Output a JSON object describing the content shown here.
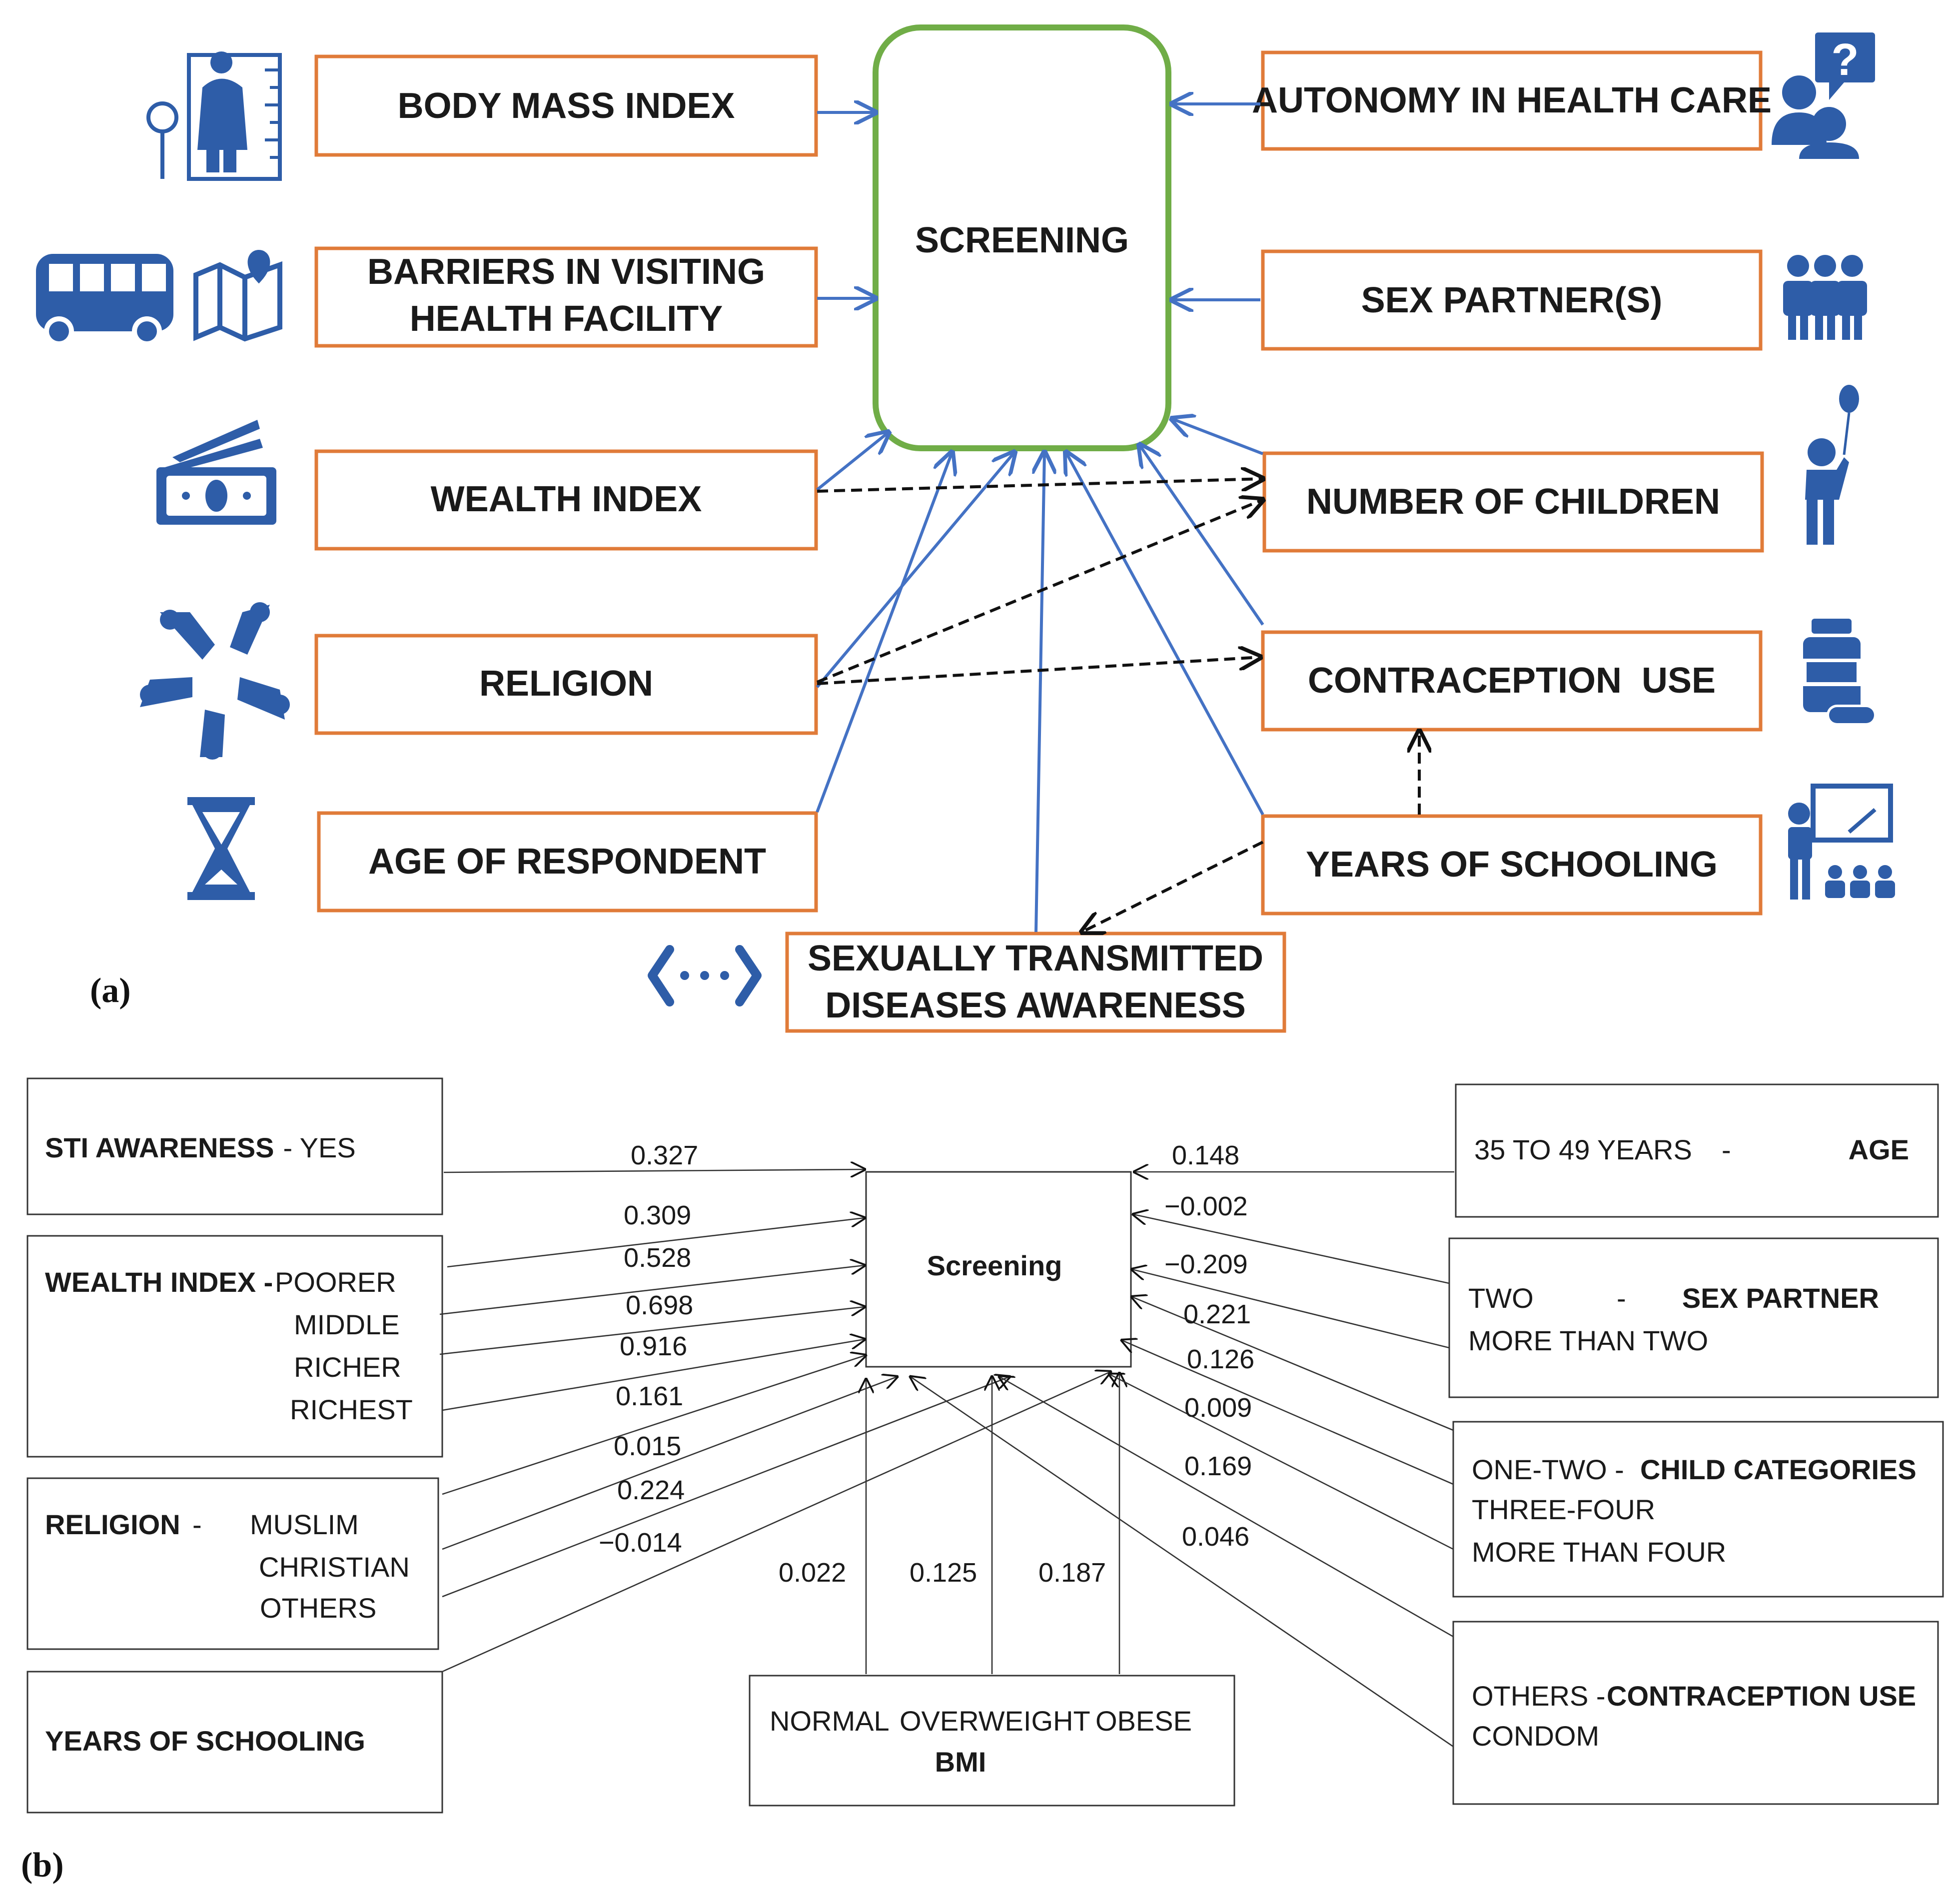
{
  "panel_a": {
    "label": "(a)",
    "center": "SCREENING",
    "boxes": {
      "bmi": [
        "BODY MASS INDEX"
      ],
      "barriers": [
        "BARRIERS IN VISITING",
        "HEALTH FACILITY"
      ],
      "wealth": [
        "WEALTH INDEX"
      ],
      "religion": [
        "RELIGION"
      ],
      "age": [
        "AGE OF RESPONDENT"
      ],
      "std": [
        "SEXUALLY TRANSMITTED",
        "DISEASES AWARENESS"
      ],
      "autonomy": [
        "AUTONOMY IN HEALTH CARE"
      ],
      "partners": [
        "SEX PARTNER(S)"
      ],
      "children": [
        "NUMBER OF CHILDREN"
      ],
      "contraception": [
        "CONTRACEPTION  USE"
      ],
      "schooling": [
        "YEARS OF SCHOOLING"
      ]
    },
    "icons": [
      "body-scale-icon",
      "bus-icon",
      "map-pin-icon",
      "money-icon",
      "hands-icon",
      "hourglass-icon",
      "network-icon",
      "question-people-icon",
      "group-icon",
      "child-balloon-icon",
      "pill-bottle-icon",
      "teacher-class-icon"
    ],
    "colors": {
      "box_border": "#E07B39",
      "center_border": "#70AD47",
      "arrow": "#4472C4",
      "dashed": "#111111",
      "icon": "#2E5DA8"
    }
  },
  "panel_b": {
    "label": "(b)",
    "center": "Screening",
    "sti": {
      "title": "STI AWARENESS",
      "value": "- YES"
    },
    "wealth": {
      "title": "WEALTH INDEX -",
      "items": [
        "POORER",
        "MIDDLE",
        "RICHER",
        "RICHEST"
      ]
    },
    "religion": {
      "title": "RELIGION",
      "dash": "-",
      "items": [
        "MUSLIM",
        "CHRISTIAN",
        "OTHERS"
      ]
    },
    "schooling": {
      "title": "YEARS OF SCHOOLING"
    },
    "bmi": {
      "items": [
        "NORMAL",
        "OVERWEIGHT",
        "OBESE"
      ],
      "title": "BMI"
    },
    "age": {
      "item": "35 TO 49 YEARS",
      "dash": "-",
      "title": "AGE"
    },
    "sex_partner": {
      "items": [
        "TWO",
        "MORE THAN TWO"
      ],
      "dash": "-",
      "title": "SEX PARTNER"
    },
    "children": {
      "items": [
        "ONE-TWO -",
        "THREE-FOUR",
        "MORE THAN FOUR"
      ],
      "title": "CHILD CATEGORIES"
    },
    "contraception": {
      "items": [
        "OTHERS -",
        "CONDOM"
      ],
      "title": "CONTRACEPTION USE"
    },
    "coefficients": {
      "sti": "0.327",
      "wealth": [
        "0.309",
        "0.528",
        "0.698",
        "0.916"
      ],
      "religion": [
        "0.161",
        "0.015",
        "0.224"
      ],
      "schooling": "−0.014",
      "bmi": [
        "0.022",
        "0.125",
        "0.187"
      ],
      "age": "0.148",
      "sex_partner": [
        "−0.002",
        "−0.209"
      ],
      "children": [
        "0.221",
        "0.126",
        "0.009"
      ],
      "contraception": [
        "0.169",
        "0.046"
      ]
    }
  }
}
